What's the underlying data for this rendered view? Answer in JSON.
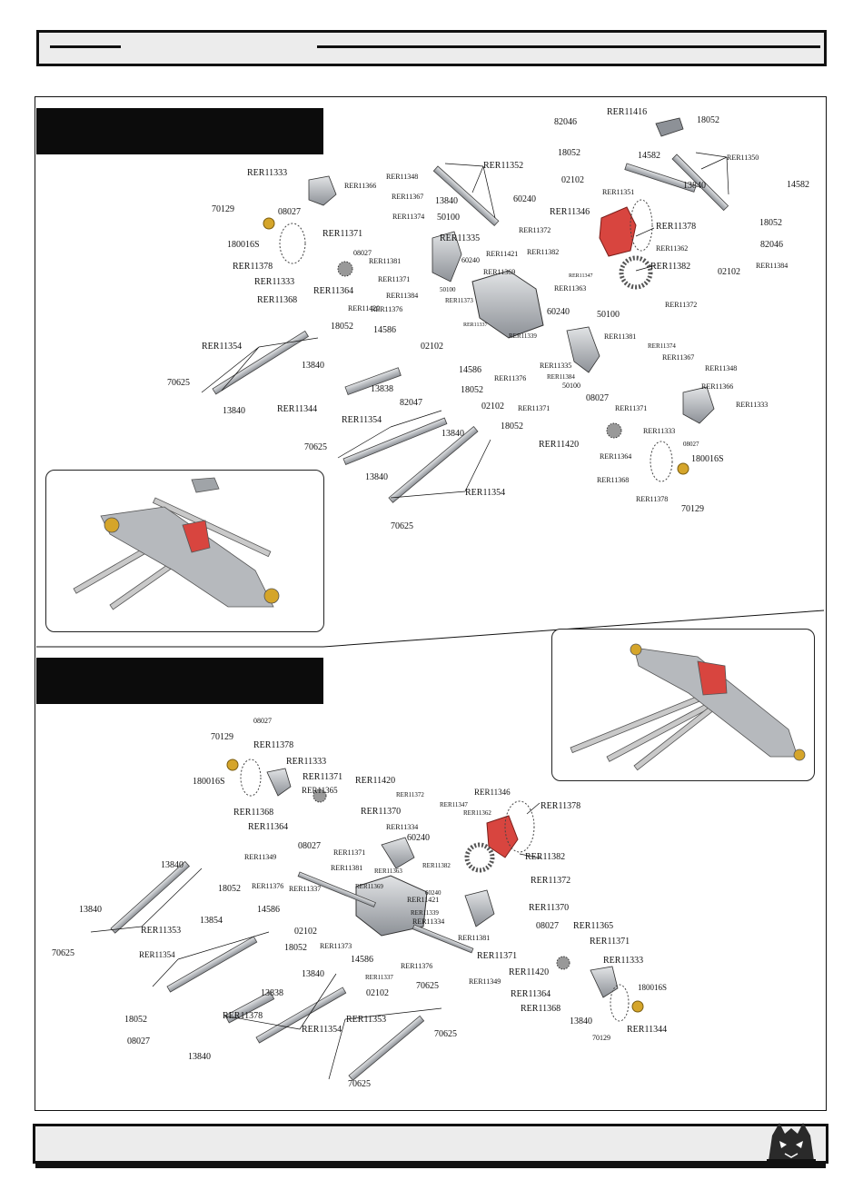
{
  "front_labels": [
    {
      "id": "f1",
      "text": "RER11416"
    },
    {
      "id": "f2",
      "text": "18052"
    },
    {
      "id": "f3",
      "text": "82046"
    },
    {
      "id": "f4",
      "text": "18052"
    },
    {
      "id": "f5",
      "text": "14582"
    },
    {
      "id": "f6",
      "text": "RER11350"
    },
    {
      "id": "f7",
      "text": "02102"
    },
    {
      "id": "f8",
      "text": "RER11351"
    },
    {
      "id": "f9",
      "text": "13840"
    },
    {
      "id": "f10",
      "text": "14582"
    },
    {
      "id": "f11",
      "text": "RER11352"
    },
    {
      "id": "f12",
      "text": "RER11333"
    },
    {
      "id": "f13",
      "text": "RER11348"
    },
    {
      "id": "f14",
      "text": "RER11366"
    },
    {
      "id": "f15",
      "text": "RER11367"
    },
    {
      "id": "f16",
      "text": "13840"
    },
    {
      "id": "f17",
      "text": "60240"
    },
    {
      "id": "f18",
      "text": "RER11346"
    },
    {
      "id": "f19",
      "text": "RER11378"
    },
    {
      "id": "f20",
      "text": "18052"
    },
    {
      "id": "f21",
      "text": "70129"
    },
    {
      "id": "f22",
      "text": "08027"
    },
    {
      "id": "f23",
      "text": "RER11374"
    },
    {
      "id": "f24",
      "text": "50100"
    },
    {
      "id": "f25",
      "text": "RER11372"
    },
    {
      "id": "f26",
      "text": "82046"
    },
    {
      "id": "f27",
      "text": "RER11362"
    },
    {
      "id": "f28",
      "text": "180016S"
    },
    {
      "id": "f29",
      "text": "RER11371"
    },
    {
      "id": "f30",
      "text": "RER11335"
    },
    {
      "id": "f31",
      "text": "RER11421"
    },
    {
      "id": "f32",
      "text": "RER11382"
    },
    {
      "id": "f33",
      "text": "02102"
    },
    {
      "id": "f34",
      "text": "RER11384"
    },
    {
      "id": "f35",
      "text": "RER11378"
    },
    {
      "id": "f36",
      "text": "08027"
    },
    {
      "id": "f37",
      "text": "60240"
    },
    {
      "id": "f38",
      "text": "RER11382"
    },
    {
      "id": "f39",
      "text": "RER11381"
    },
    {
      "id": "f40",
      "text": "RER11369"
    },
    {
      "id": "f41",
      "text": "RER11347"
    },
    {
      "id": "f42",
      "text": "RER11333"
    },
    {
      "id": "f43",
      "text": "RER11371"
    },
    {
      "id": "f44",
      "text": "RER11363"
    },
    {
      "id": "f45",
      "text": "RER11364"
    },
    {
      "id": "f46",
      "text": "50100"
    },
    {
      "id": "f47",
      "text": "RER11372"
    },
    {
      "id": "f48",
      "text": "RER11368"
    },
    {
      "id": "f49",
      "text": "RER11384"
    },
    {
      "id": "f50",
      "text": "RER11373"
    },
    {
      "id": "f51",
      "text": "RER11420"
    },
    {
      "id": "f52",
      "text": "RER11376"
    },
    {
      "id": "f53",
      "text": "RER11337"
    },
    {
      "id": "f54",
      "text": "60240"
    },
    {
      "id": "f55",
      "text": "50100"
    },
    {
      "id": "f56",
      "text": "18052"
    },
    {
      "id": "f57",
      "text": "14586"
    },
    {
      "id": "f58",
      "text": "RER11339"
    },
    {
      "id": "f59",
      "text": "RER11381"
    },
    {
      "id": "f60",
      "text": "RER11354"
    },
    {
      "id": "f61",
      "text": "RER11374"
    },
    {
      "id": "f62",
      "text": "02102"
    },
    {
      "id": "f63",
      "text": "13840"
    },
    {
      "id": "f64",
      "text": "RER11335"
    },
    {
      "id": "f65",
      "text": "RER11367"
    },
    {
      "id": "f66",
      "text": "14586"
    },
    {
      "id": "f67",
      "text": "RER11376"
    },
    {
      "id": "f68",
      "text": "RER11348"
    },
    {
      "id": "f69",
      "text": "RER11384"
    },
    {
      "id": "f70",
      "text": "50100"
    },
    {
      "id": "f71",
      "text": "RER11366"
    },
    {
      "id": "f72",
      "text": "70625"
    },
    {
      "id": "f73",
      "text": "13838"
    },
    {
      "id": "f74",
      "text": "18052"
    },
    {
      "id": "f75",
      "text": "82047"
    },
    {
      "id": "f76",
      "text": "02102"
    },
    {
      "id": "f77",
      "text": "RER11333"
    },
    {
      "id": "f78",
      "text": "RER11344"
    },
    {
      "id": "f79",
      "text": "13840"
    },
    {
      "id": "f80",
      "text": "RER11371"
    },
    {
      "id": "f81",
      "text": "08027"
    },
    {
      "id": "f82",
      "text": "RER11354"
    },
    {
      "id": "f83",
      "text": "RER11371"
    },
    {
      "id": "f84",
      "text": "18052"
    },
    {
      "id": "f85",
      "text": "13840"
    },
    {
      "id": "f86",
      "text": "RER11420"
    },
    {
      "id": "f87",
      "text": "RER11333"
    },
    {
      "id": "f88",
      "text": "70625"
    },
    {
      "id": "f89",
      "text": "08027"
    },
    {
      "id": "f90",
      "text": "RER11364"
    },
    {
      "id": "f91",
      "text": "180016S"
    },
    {
      "id": "f92",
      "text": "13840"
    },
    {
      "id": "f93",
      "text": "RER11368"
    },
    {
      "id": "f94",
      "text": "RER11354"
    },
    {
      "id": "f95",
      "text": "RER11378"
    },
    {
      "id": "f96",
      "text": "70129"
    },
    {
      "id": "f97",
      "text": "70625"
    }
  ],
  "rear_labels": [
    {
      "id": "r1",
      "text": "08027"
    },
    {
      "id": "r2",
      "text": "70129"
    },
    {
      "id": "r3",
      "text": "RER11378"
    },
    {
      "id": "r4",
      "text": "RER11333"
    },
    {
      "id": "r5",
      "text": "180016S"
    },
    {
      "id": "r6",
      "text": "RER11371"
    },
    {
      "id": "r7",
      "text": "RER11420"
    },
    {
      "id": "r8",
      "text": "RER11365"
    },
    {
      "id": "r9",
      "text": "RER11346"
    },
    {
      "id": "r10",
      "text": "RER11372"
    },
    {
      "id": "r11",
      "text": "RER11347"
    },
    {
      "id": "r12",
      "text": "RER11378"
    },
    {
      "id": "r13",
      "text": "RER11362"
    },
    {
      "id": "r14",
      "text": "RER11368"
    },
    {
      "id": "r15",
      "text": "RER11370"
    },
    {
      "id": "r16",
      "text": "RER11364"
    },
    {
      "id": "r17",
      "text": "RER11334"
    },
    {
      "id": "r18",
      "text": "08027"
    },
    {
      "id": "r19",
      "text": "60240"
    },
    {
      "id": "r20",
      "text": "RER11371"
    },
    {
      "id": "r21",
      "text": "RER11382"
    },
    {
      "id": "r22",
      "text": "RER11349"
    },
    {
      "id": "r23",
      "text": "RER11381"
    },
    {
      "id": "r24",
      "text": "RER11382"
    },
    {
      "id": "r25",
      "text": "RER11372"
    },
    {
      "id": "r26",
      "text": "RER11363"
    },
    {
      "id": "r27",
      "text": "13840"
    },
    {
      "id": "r28",
      "text": "18052"
    },
    {
      "id": "r29",
      "text": "RER11376"
    },
    {
      "id": "r30",
      "text": "RER11337"
    },
    {
      "id": "r31",
      "text": "RER11369"
    },
    {
      "id": "r32",
      "text": "60240"
    },
    {
      "id": "r33",
      "text": "RER11421"
    },
    {
      "id": "r34",
      "text": "14586"
    },
    {
      "id": "r35",
      "text": "RER11339"
    },
    {
      "id": "r36",
      "text": "RER11370"
    },
    {
      "id": "r37",
      "text": "13840"
    },
    {
      "id": "r38",
      "text": "13854"
    },
    {
      "id": "r39",
      "text": "RER11334"
    },
    {
      "id": "r40",
      "text": "08027"
    },
    {
      "id": "r41",
      "text": "RER11365"
    },
    {
      "id": "r42",
      "text": "RER11353"
    },
    {
      "id": "r43",
      "text": "02102"
    },
    {
      "id": "r44",
      "text": "18052"
    },
    {
      "id": "r45",
      "text": "RER11373"
    },
    {
      "id": "r46",
      "text": "RER11381"
    },
    {
      "id": "r47",
      "text": "RER11371"
    },
    {
      "id": "r48",
      "text": "70625"
    },
    {
      "id": "r49",
      "text": "RER11354"
    },
    {
      "id": "r50",
      "text": "14586"
    },
    {
      "id": "r51",
      "text": "RER11376"
    },
    {
      "id": "r52",
      "text": "RER11371"
    },
    {
      "id": "r53",
      "text": "RER11420"
    },
    {
      "id": "r54",
      "text": "RER11333"
    },
    {
      "id": "r55",
      "text": "13840"
    },
    {
      "id": "r56",
      "text": "RER11337"
    },
    {
      "id": "r57",
      "text": "RER11349"
    },
    {
      "id": "r58",
      "text": "13838"
    },
    {
      "id": "r59",
      "text": "02102"
    },
    {
      "id": "r60",
      "text": "RER11364"
    },
    {
      "id": "r61",
      "text": "180016S"
    },
    {
      "id": "r62",
      "text": "RER11368"
    },
    {
      "id": "r63",
      "text": "70625"
    },
    {
      "id": "r64",
      "text": "18052"
    },
    {
      "id": "r65",
      "text": "RER11378"
    },
    {
      "id": "r66",
      "text": "13840"
    },
    {
      "id": "r67",
      "text": "RER11344"
    },
    {
      "id": "r68",
      "text": "RER11354"
    },
    {
      "id": "r69",
      "text": "08027"
    },
    {
      "id": "r70",
      "text": "70129"
    },
    {
      "id": "r71",
      "text": "RER11353"
    },
    {
      "id": "r72",
      "text": "70625"
    },
    {
      "id": "r73",
      "text": "13840"
    },
    {
      "id": "r74",
      "text": "70625"
    }
  ],
  "colors": {
    "housing": "#a9adb2",
    "gear_cover": "#d8453f",
    "hex_hub": "#d5a52a",
    "rod": "#bfbfbf"
  },
  "icons": {
    "logo": "wolf-mascot-logo"
  }
}
